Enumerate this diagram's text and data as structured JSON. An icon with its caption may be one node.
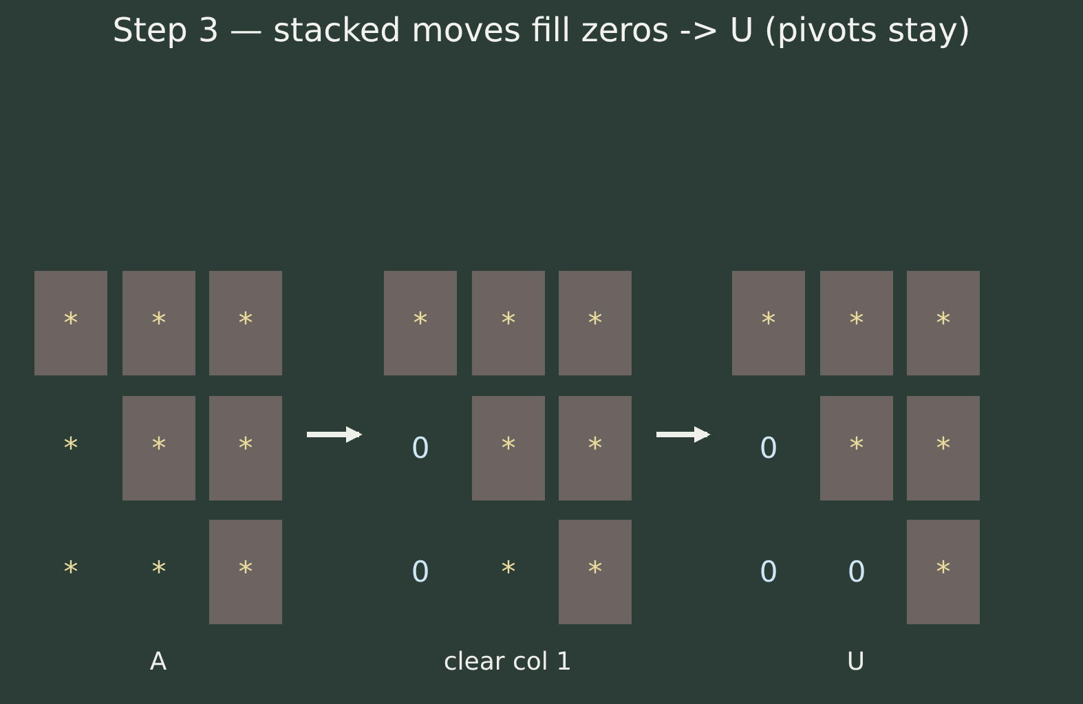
{
  "diagram": {
    "title": "Step 3 — stacked moves fill zeros -> U (pivots stay)",
    "nodes": [
      {
        "text": [
          "A"
        ]
      },
      {
        "text": [
          "*"
        ],
        "in": 0
      },
      {
        "text": [
          "*"
        ],
        "in": 0
      },
      {
        "text": [
          "*"
        ],
        "in": 0
      },
      {
        "text": [
          "*"
        ],
        "in": 0
      },
      {
        "text": [
          "*"
        ],
        "in": 0
      },
      {
        "text": [
          "*"
        ],
        "in": 0
      },
      {
        "text": [
          "*"
        ],
        "in": 0
      },
      {
        "text": [
          "*"
        ],
        "in": 0
      },
      {
        "text": [
          "*"
        ],
        "in": 0
      },
      {
        "text": [
          "clear col 1"
        ]
      },
      {
        "text": [
          "*"
        ],
        "in": 10
      },
      {
        "text": [
          "*"
        ],
        "in": 10
      },
      {
        "text": [
          "*"
        ],
        "in": 10
      },
      {
        "text": [
          "0"
        ],
        "in": 10
      },
      {
        "text": [
          "*"
        ],
        "in": 10
      },
      {
        "text": [
          "*"
        ],
        "in": 10
      },
      {
        "text": [
          "0"
        ],
        "in": 10
      },
      {
        "text": [
          "*"
        ],
        "in": 10
      },
      {
        "text": [
          "*"
        ],
        "in": 10
      },
      {
        "text": [
          "U"
        ]
      },
      {
        "text": [
          "*"
        ],
        "in": 20
      },
      {
        "text": [
          "*"
        ],
        "in": 20
      },
      {
        "text": [
          "*"
        ],
        "in": 20
      },
      {
        "text": [
          "0"
        ],
        "in": 20
      },
      {
        "text": [
          "*"
        ],
        "in": 20
      },
      {
        "text": [
          "*"
        ],
        "in": 20
      },
      {
        "text": [
          "0"
        ],
        "in": 20
      },
      {
        "text": [
          "0"
        ],
        "in": 20
      },
      {
        "text": [
          "*"
        ],
        "in": 20
      }
    ],
    "edges": [
      {
        "from": 0,
        "to": 10,
        "arrow": "to"
      },
      {
        "from": 10,
        "to": 20,
        "arrow": "to"
      }
    ]
  }
}
